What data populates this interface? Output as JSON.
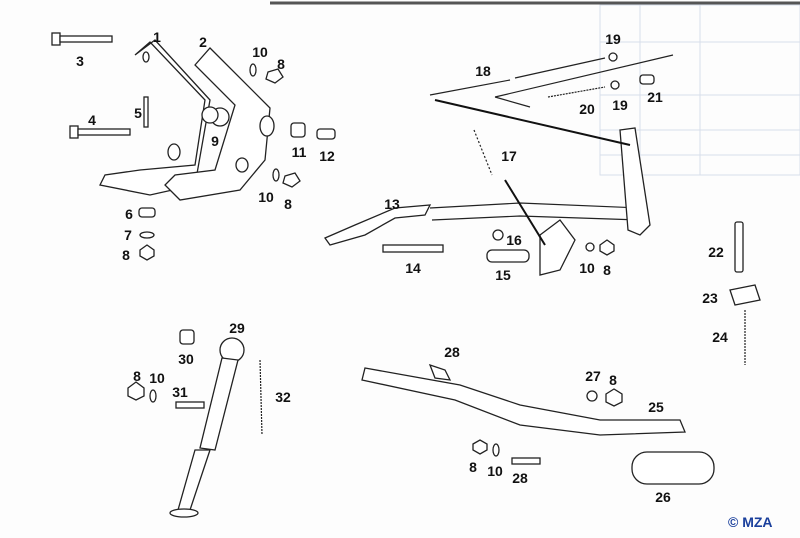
{
  "diagram": {
    "labels": {
      "p1": "1",
      "p2": "2",
      "p3": "3",
      "p4": "4",
      "p5": "5",
      "p6": "6",
      "p7": "7",
      "p8a": "8",
      "p8b": "8",
      "p8c": "8",
      "p9": "9",
      "p10a": "10",
      "p10b": "10",
      "p11": "11",
      "p12": "12",
      "p13": "13",
      "p14": "14",
      "p15": "15",
      "p16": "16",
      "p17": "17",
      "p18": "18",
      "p19a": "19",
      "p19b": "19",
      "p20": "20",
      "p21": "21",
      "p10c": "10",
      "p8d": "8",
      "p22": "22",
      "p23": "23",
      "p24": "24",
      "p29": "29",
      "p30": "30",
      "p8e": "8",
      "p10d": "10",
      "p31": "31",
      "p32": "32",
      "p28a": "28",
      "p27": "27",
      "p8f": "8",
      "p25": "25",
      "p8g": "8",
      "p10e": "10",
      "p28b": "28",
      "p26": "26"
    },
    "copyright": "© MZA",
    "colors": {
      "ink": "#111111",
      "copyright": "#1a3f9c",
      "background": "#fdfdfd"
    }
  }
}
